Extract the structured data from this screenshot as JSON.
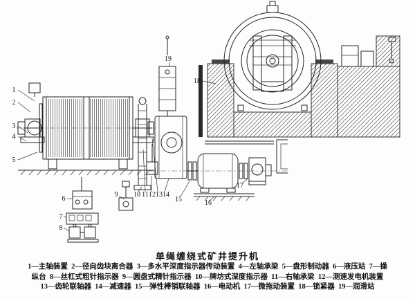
{
  "diagram": {
    "caption": "单绳缠绕式矿井提升机",
    "legend_lines": [
      "1—主轴装置  2—径向齿块离合器  3—多水平深度指示器传动装置  4—左轴承梁  5—盘形制动器  6—液压站  7—操",
      "纵台  8—丝杠式粗针指示器  9—圆盘式精针指示器  10—牌坊式深度指示器  11—右轴承梁  12—测速发电机装置",
      "13—齿轮联轴器  14—减速器  15—弹性棒销联轴器  16—电动机  17—微拖动装置  18—锁紧器  19—润滑站"
    ],
    "labels": [
      "1",
      "2",
      "3",
      "4",
      "5",
      "6",
      "7",
      "8",
      "9",
      "10",
      "11",
      "12",
      "13",
      "14",
      "15",
      "16",
      "17",
      "18",
      "19"
    ]
  }
}
